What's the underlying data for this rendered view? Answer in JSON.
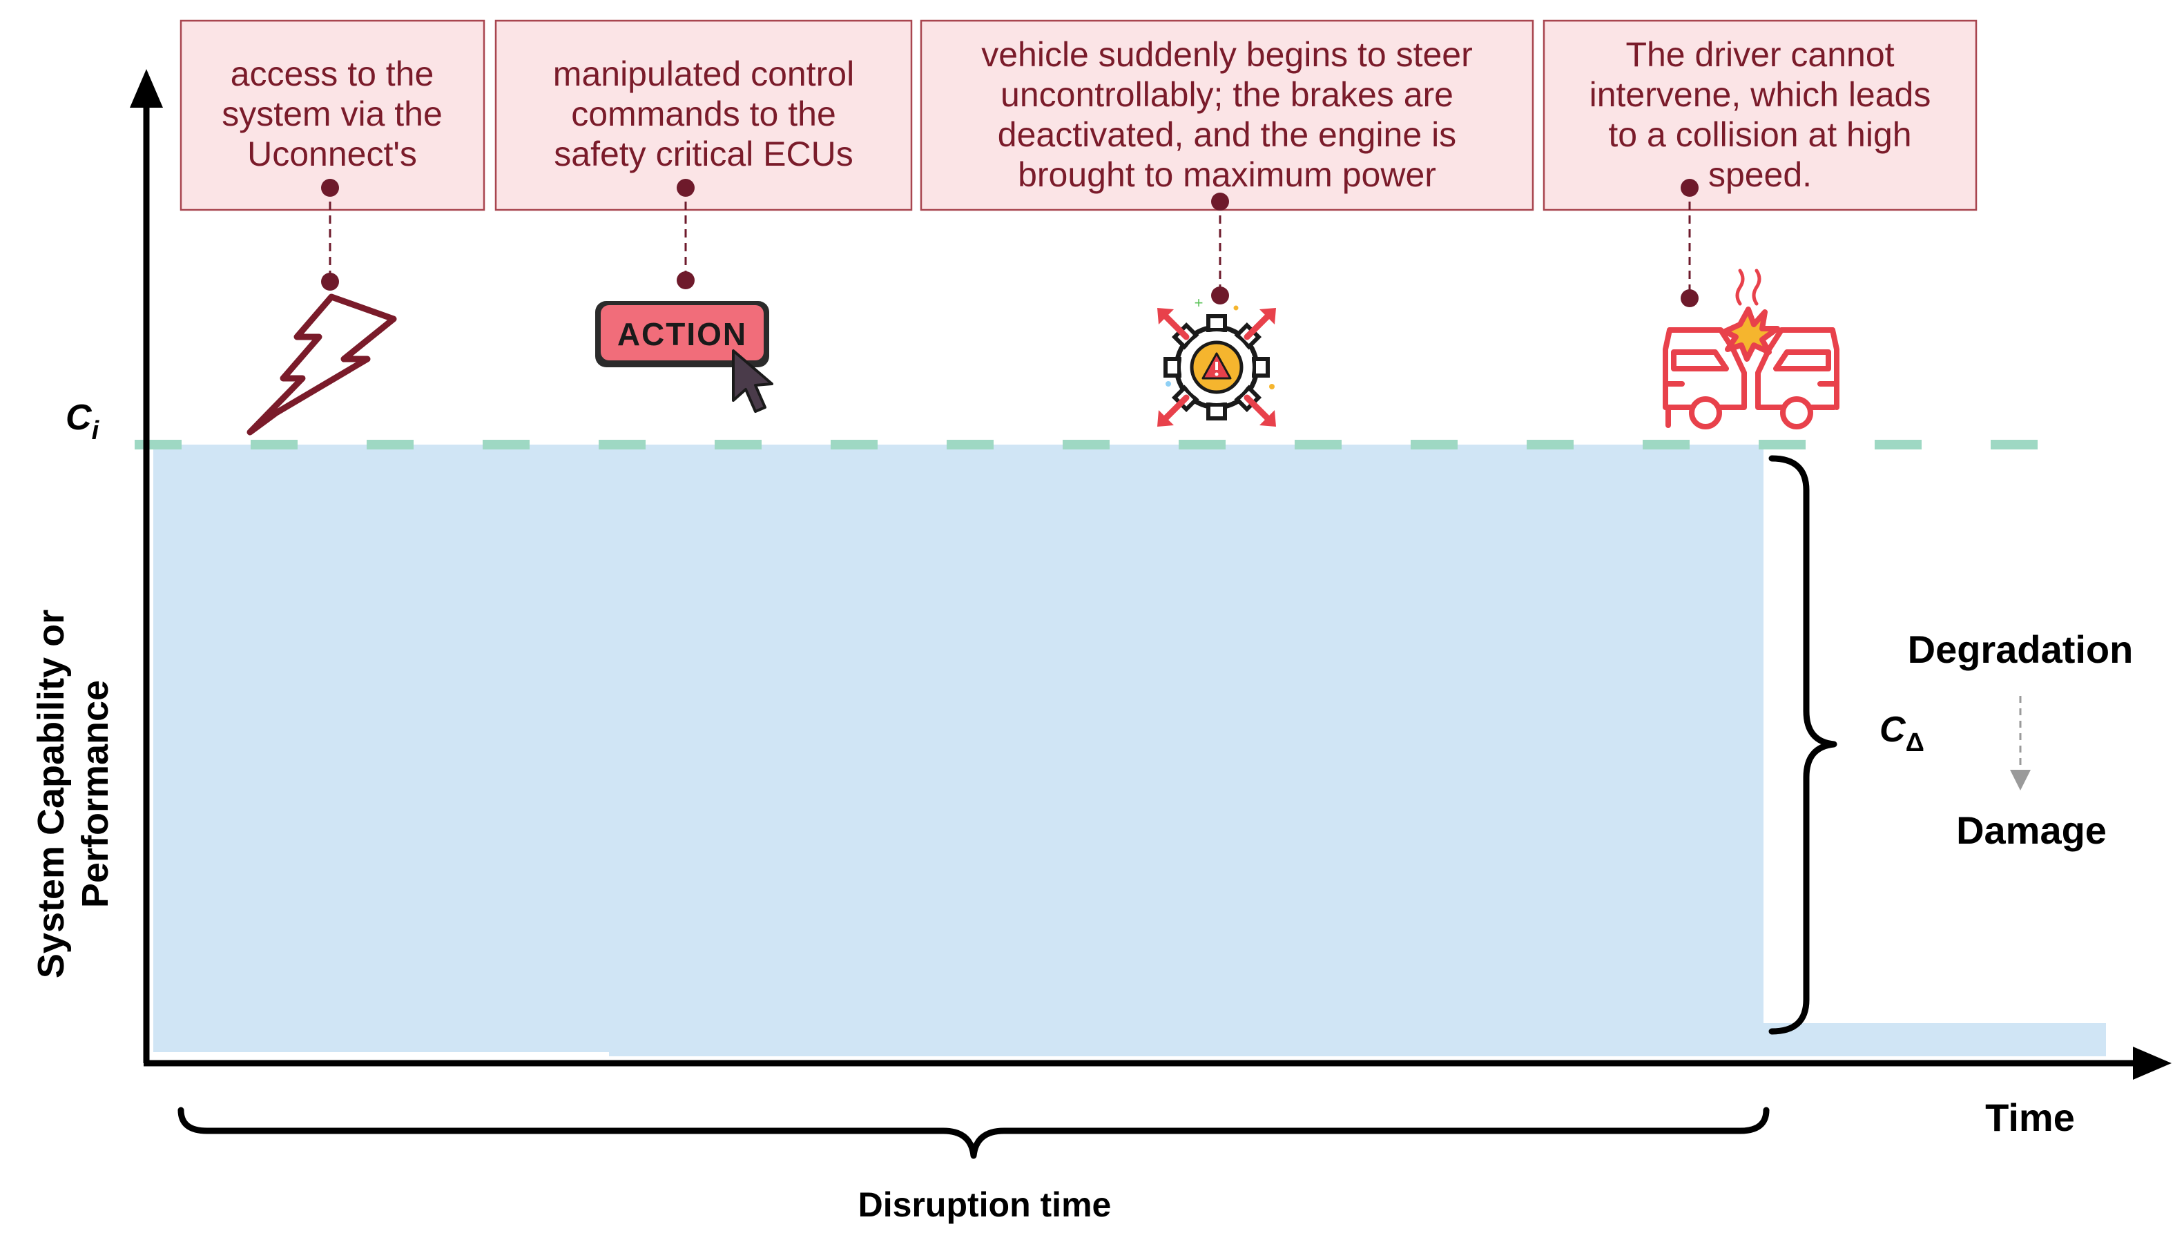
{
  "events": [
    {
      "text_lines": [
        "access to the",
        "system via the",
        "Uconnect's"
      ],
      "icon": "lightning-bolt-icon"
    },
    {
      "text_lines": [
        "manipulated control",
        "commands to the",
        "safety critical ECUs"
      ],
      "icon": "action-button-icon",
      "icon_label": "ACTION"
    },
    {
      "text_lines": [
        "vehicle suddenly begins to steer",
        "uncontrollably; the brakes are",
        "deactivated, and the engine is",
        "brought to maximum power"
      ],
      "icon": "gear-warning-icon"
    },
    {
      "text_lines": [
        "The driver cannot",
        "intervene, which leads",
        "to a collision at high",
        "speed."
      ],
      "icon": "car-collision-icon"
    }
  ],
  "axes": {
    "y_label_lines": [
      "System Capability or",
      "Performance"
    ],
    "x_label": "Time"
  },
  "labels": {
    "ci_main": "C",
    "ci_sub": "i",
    "cdelta_main": "C",
    "cdelta_sub": "Δ",
    "degradation": "Degradation",
    "damage": "Damage",
    "disruption_time": "Disruption time"
  },
  "colors": {
    "callout_fill": "#fbe4e6",
    "callout_border": "#a8454f",
    "callout_text": "#7a1b2a",
    "connector": "#6e1a2b",
    "area_fill": "#d0e5f5",
    "baseline": "#9ed8c3",
    "axis": "#000000",
    "bolt": "#7a1b2a",
    "action_fill": "#f16d7a",
    "crash": "#e8414b"
  }
}
